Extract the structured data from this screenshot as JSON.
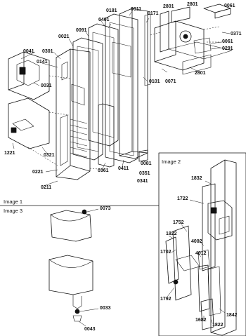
{
  "insets": {
    "image1": "Image 1",
    "image2": "Image 2",
    "image3": "Image 3"
  },
  "parts": {
    "p0181": "0181",
    "p0011": "0011",
    "p0171": "0171",
    "p2801_top": "2801",
    "p2801_top2": "2801",
    "p0061_top": "0061",
    "p0401": "0401",
    "p0091": "0091",
    "p0021": "0021",
    "p0041": "0041",
    "p0301": "0301",
    "p0141": "0141",
    "p0031": "0031",
    "p0371": "0371",
    "p0061_mid": "0061",
    "p0291": "0291",
    "p0101": "0101",
    "p0071": "0071",
    "p2801_mid": "2801",
    "p1221": "1221",
    "p0321": "0321",
    "p0221": "0221",
    "p0211": "0211",
    "p0361": "0361",
    "p0411": "0411",
    "p0081": "0081",
    "p0351": "0351",
    "p0341": "0341",
    "p1832": "1832",
    "p1722": "1722",
    "p1752": "1752",
    "p1822_top": "1822",
    "p4002": "4002",
    "p1702": "1702",
    "p4012": "4012",
    "p1792": "1792",
    "p1842": "1842",
    "p1682": "1682",
    "p1822_bot": "1822",
    "p0073": "0073",
    "p0033": "0033",
    "p0043": "0043"
  }
}
